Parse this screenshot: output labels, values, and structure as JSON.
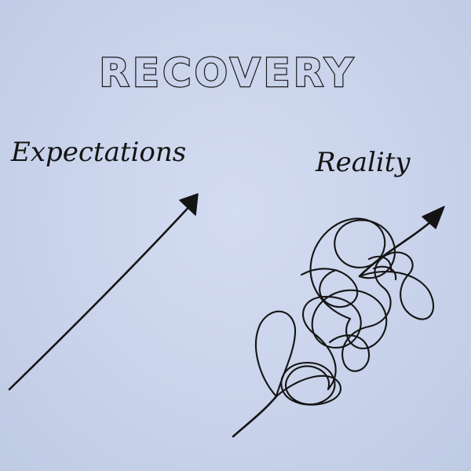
{
  "title": "RECOVERY",
  "expectations_label": "Expectations",
  "reality_label": "Reality",
  "icons": {
    "expectations_arrow": "straight-arrow-icon",
    "reality_arrow": "tangled-scribble-arrow-icon"
  },
  "colors": {
    "paper": "#c9d3eb",
    "ink": "#141414"
  }
}
